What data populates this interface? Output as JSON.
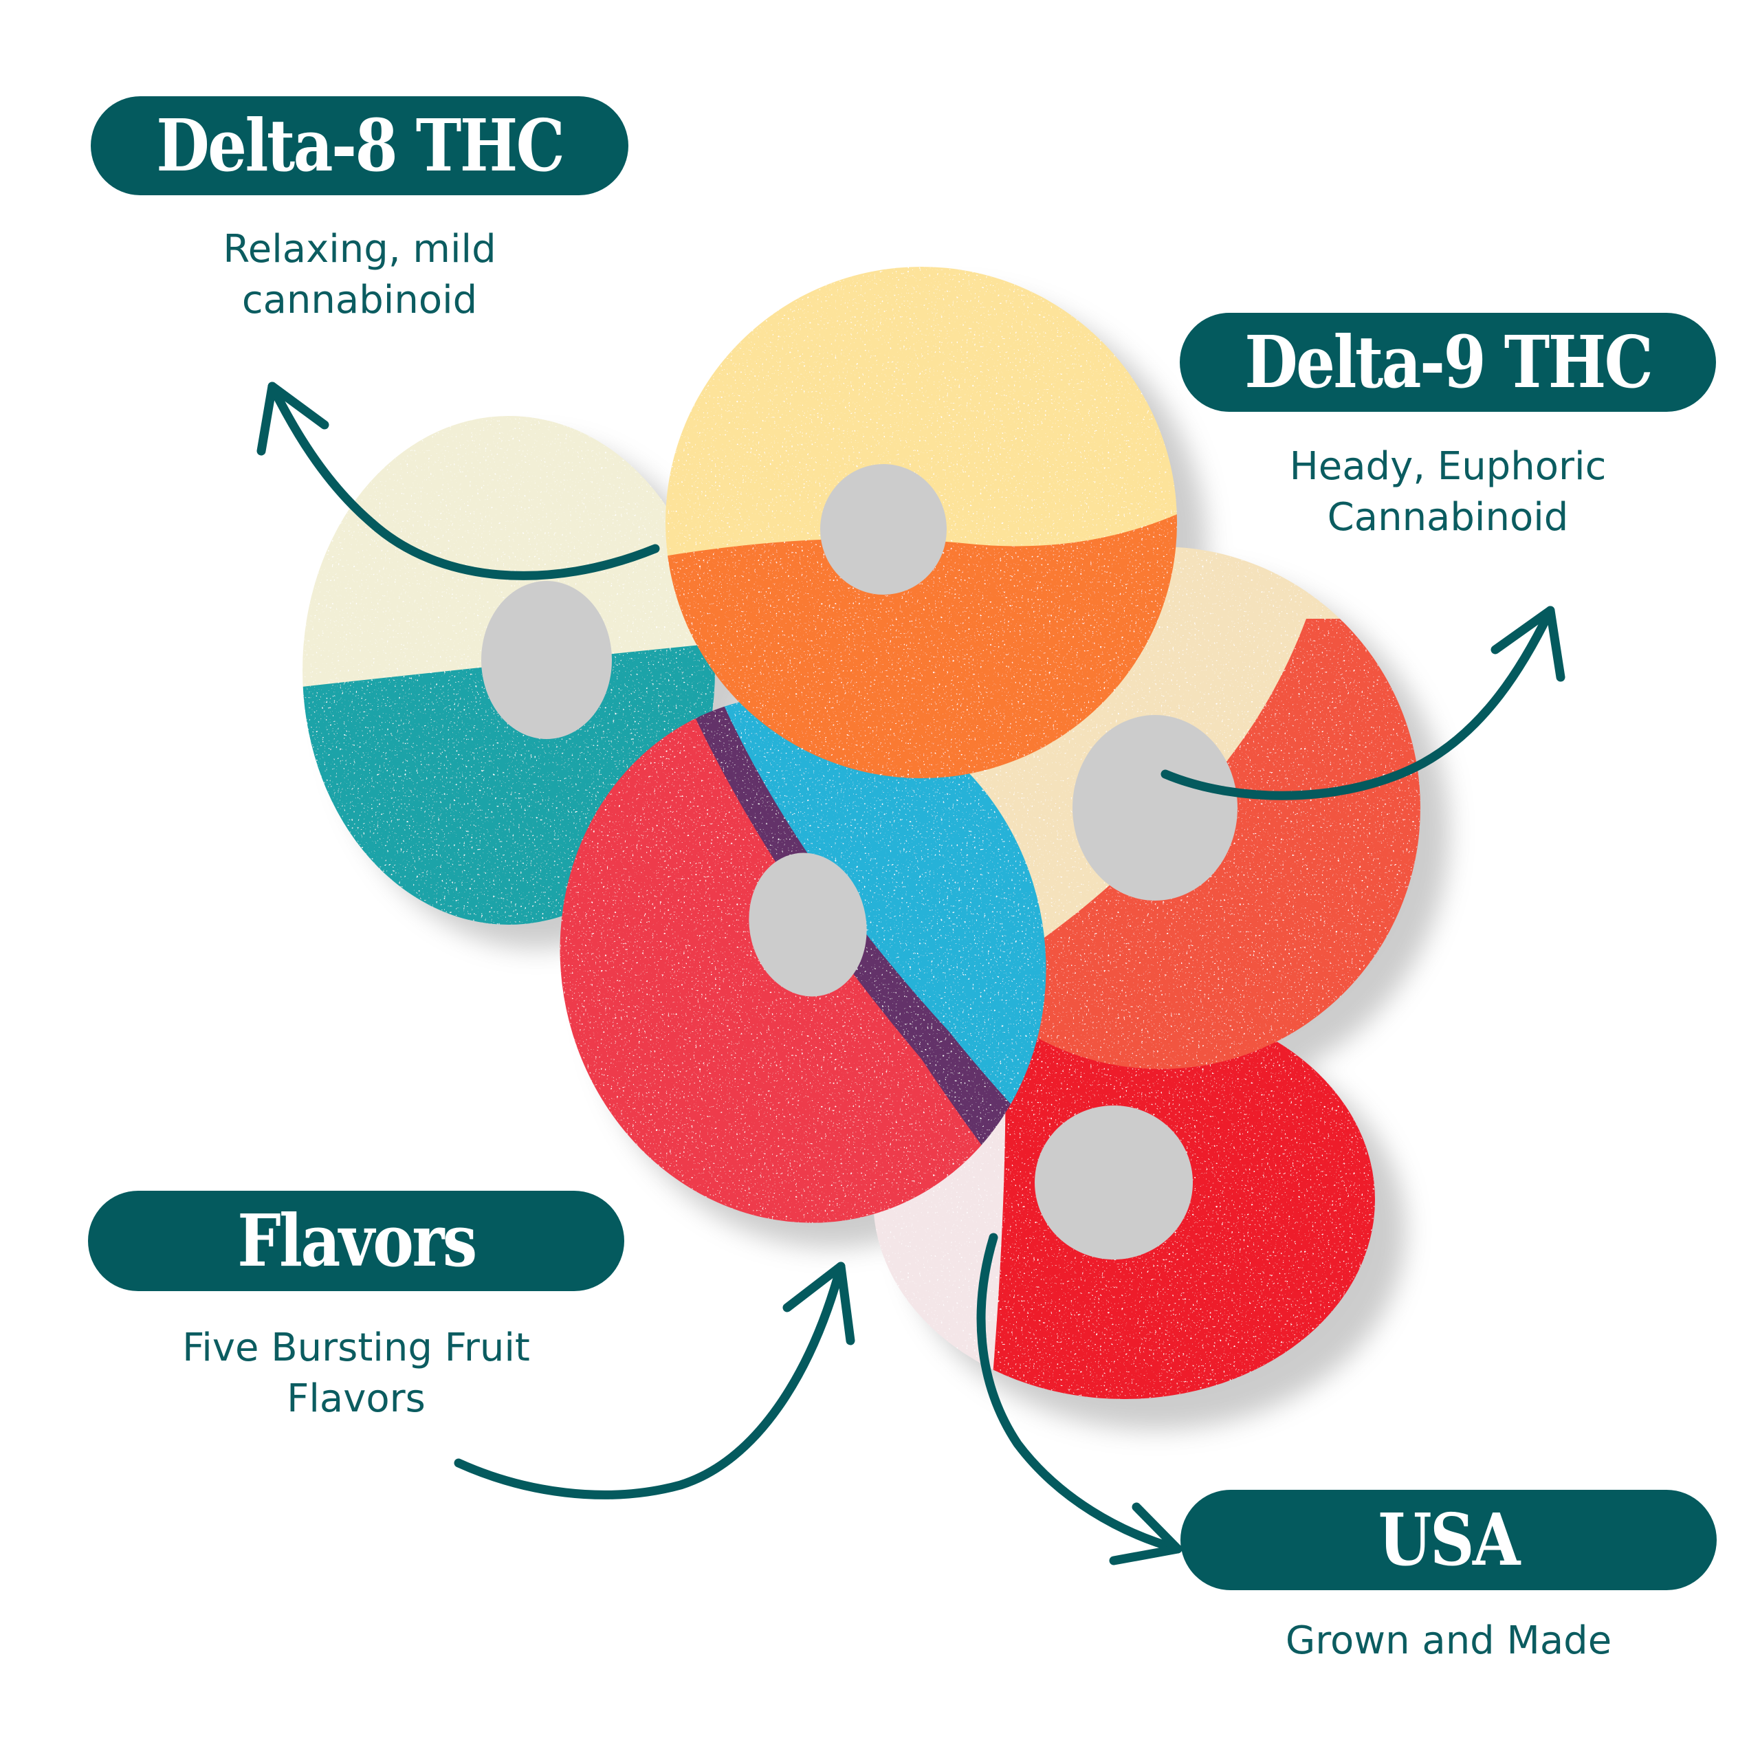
{
  "colors": {
    "brand_teal": "#045a5e",
    "subtitle_text": "#0b5c60",
    "background": "#ffffff"
  },
  "callouts": [
    {
      "id": "delta8",
      "title": "Delta-8 THC",
      "lines": [
        "Relaxing, mild",
        "cannabinoid"
      ]
    },
    {
      "id": "delta9",
      "title": "Delta-9 THC",
      "lines": [
        "Heady, Euphoric",
        "Cannabinoid"
      ]
    },
    {
      "id": "flavors",
      "title": "Flavors",
      "lines": [
        "Five Bursting Fruit",
        "Flavors"
      ]
    },
    {
      "id": "usa",
      "title": "USA",
      "lines": [
        "Grown and Made"
      ]
    }
  ],
  "gummies": [
    {
      "name": "blue-raspberry-ring",
      "colors": [
        "#f2efd6",
        "#1aa3a8"
      ]
    },
    {
      "name": "peach-ring",
      "colors": [
        "#fde39a",
        "#fa7a33"
      ]
    },
    {
      "name": "watermelon-ring",
      "colors": [
        "#f5e2bc",
        "#f2553f"
      ]
    },
    {
      "name": "cherry-ring",
      "colors": [
        "#f4e6e8",
        "#ee1f2a"
      ]
    },
    {
      "name": "rainbow-ring",
      "colors": [
        "#ee3a4c",
        "#26b2d8",
        "#4a2f6e"
      ]
    }
  ],
  "arrows": [
    {
      "name": "arrow-to-delta8",
      "direction": "up-left"
    },
    {
      "name": "arrow-to-delta9",
      "direction": "up-right"
    },
    {
      "name": "arrow-from-flavors",
      "direction": "up-right"
    },
    {
      "name": "arrow-to-usa",
      "direction": "down-right"
    }
  ]
}
